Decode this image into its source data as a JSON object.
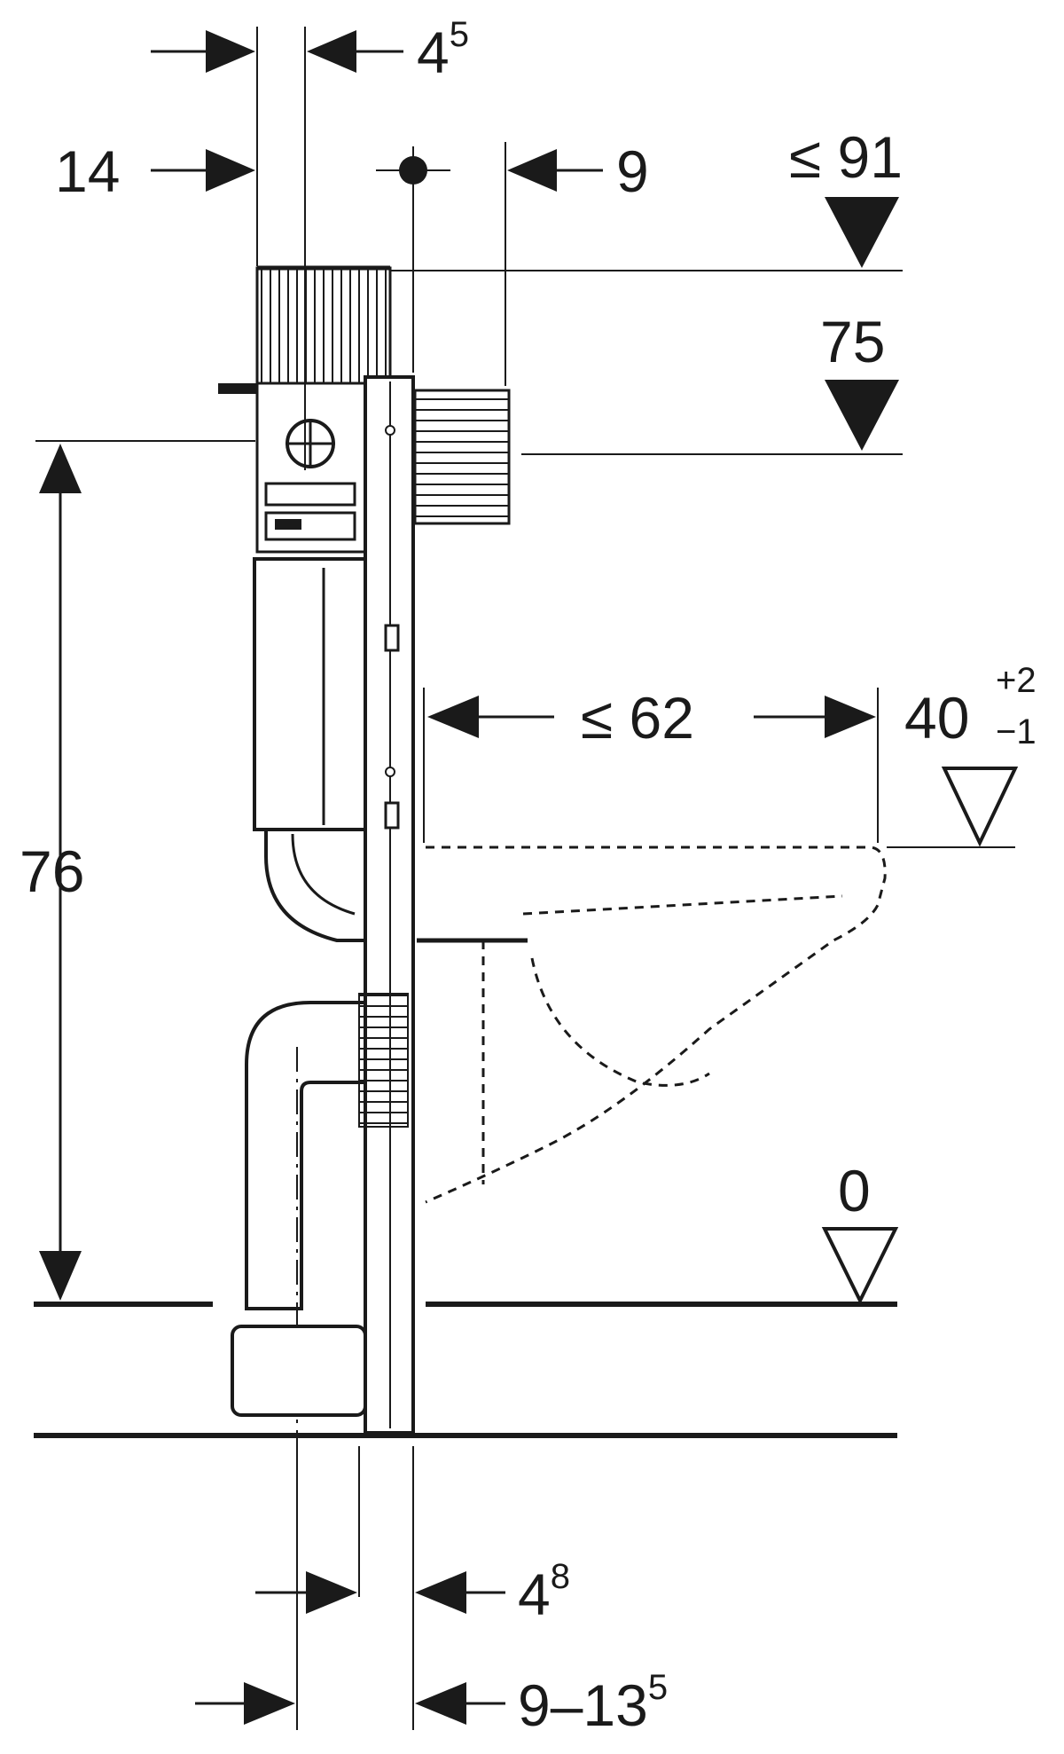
{
  "dimensions": {
    "top_4_5": {
      "base": "4",
      "sup": "5"
    },
    "left_14": "14",
    "right_9": "9",
    "level_le91": "≤ 91",
    "level_75": "75",
    "height_76": "76",
    "depth_le62": "≤ 62",
    "level_40": {
      "base": "40",
      "sup": "+2",
      "sub": "−1"
    },
    "level_0": "0",
    "bottom_4_8": {
      "base": "4",
      "sup": "8"
    },
    "bottom_9_13_5": {
      "base": "9–13",
      "sup": "5"
    }
  },
  "colors": {
    "ink": "#1a1a1a",
    "background": "#ffffff"
  }
}
